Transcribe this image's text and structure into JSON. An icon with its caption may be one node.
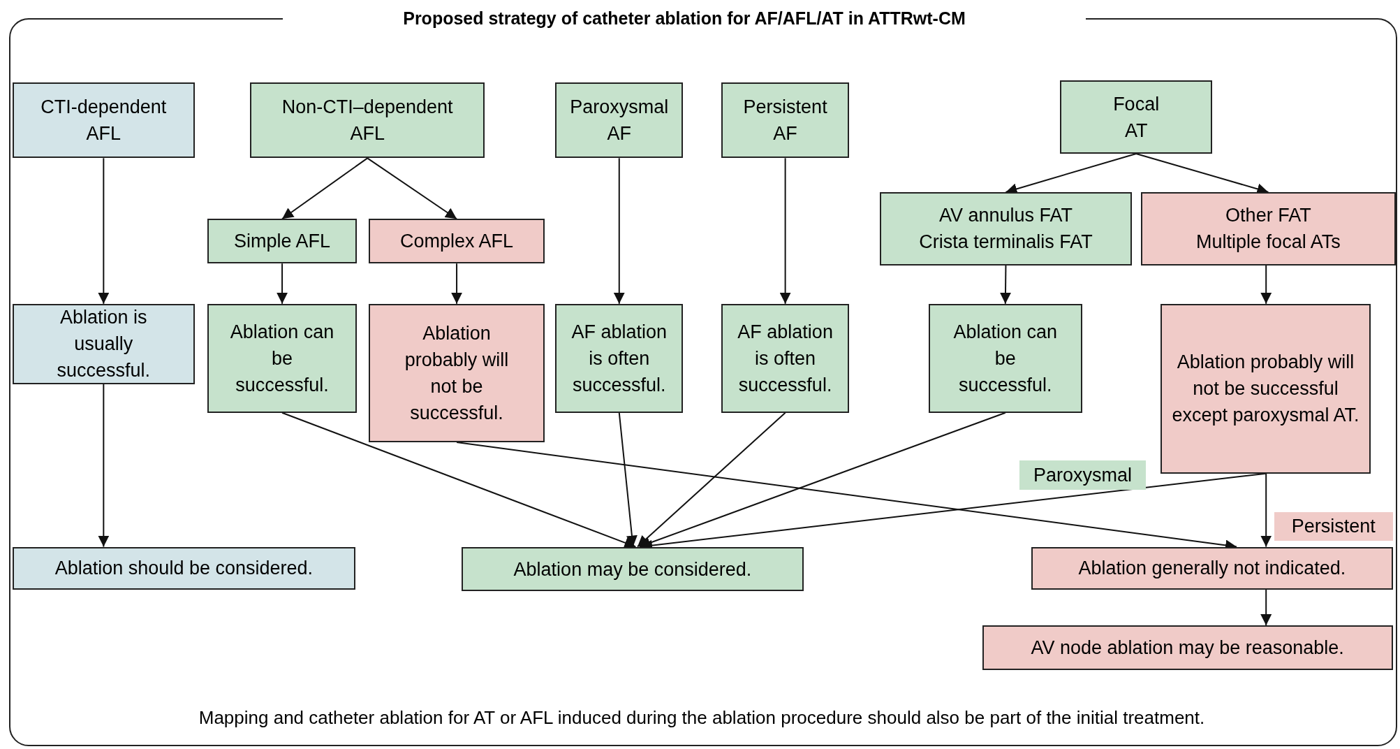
{
  "diagram": {
    "title": "Proposed strategy of catheter ablation for AF/AFL/AT in ATTRwt-CM",
    "nodes": [
      {
        "text": [
          "CTI-dependent AFL"
        ]
      },
      {
        "text": [
          "Non-CTI–dependent AFL"
        ]
      },
      {
        "text": [
          "Paroxysmal AF"
        ]
      },
      {
        "text": [
          "Persistent AF"
        ]
      },
      {
        "text": [
          "Focal AT"
        ]
      },
      {
        "text": [
          "Simple AFL"
        ]
      },
      {
        "text": [
          "Complex AFL"
        ]
      },
      {
        "text": [
          "AV annulus FAT",
          "Crista terminalis FAT"
        ]
      },
      {
        "text": [
          "Other FAT",
          "Multiple focal ATs"
        ]
      },
      {
        "text": [
          "Ablation is usually successful."
        ]
      },
      {
        "text": [
          "Ablation can be successful."
        ]
      },
      {
        "text": [
          "Ablation probably will not be successful."
        ]
      },
      {
        "text": [
          "AF ablation is often successful."
        ]
      },
      {
        "text": [
          "AF ablation is often successful."
        ]
      },
      {
        "text": [
          "Ablation can be successful."
        ]
      },
      {
        "text": [
          "Ablation probably will not be successful except paroxysmal AT."
        ]
      },
      {
        "text": [
          "Ablation should be considered."
        ]
      },
      {
        "text": [
          "Ablation may be considered."
        ]
      },
      {
        "text": [
          "Ablation generally not indicated."
        ]
      },
      {
        "text": [
          "AV node ablation may be reasonable."
        ]
      }
    ],
    "edges": [
      {
        "from": 0,
        "to": 9,
        "arrow": "to"
      },
      {
        "from": 9,
        "to": 16,
        "arrow": "to"
      },
      {
        "from": 1,
        "to": 5,
        "arrow": "to"
      },
      {
        "from": 1,
        "to": 6,
        "arrow": "to"
      },
      {
        "from": 5,
        "to": 10,
        "arrow": "to"
      },
      {
        "from": 6,
        "to": 11,
        "arrow": "to"
      },
      {
        "from": 2,
        "to": 12,
        "arrow": "to"
      },
      {
        "from": 3,
        "to": 13,
        "arrow": "to"
      },
      {
        "from": 4,
        "to": 7,
        "arrow": "to"
      },
      {
        "from": 4,
        "to": 8,
        "arrow": "to"
      },
      {
        "from": 7,
        "to": 14,
        "arrow": "to"
      },
      {
        "from": 8,
        "to": 15,
        "arrow": "to"
      },
      {
        "from": 10,
        "to": 17,
        "arrow": "to"
      },
      {
        "from": 12,
        "to": 17,
        "arrow": "to"
      },
      {
        "from": 13,
        "to": 17,
        "arrow": "to"
      },
      {
        "from": 14,
        "to": 17,
        "arrow": "to"
      },
      {
        "from": 15,
        "to": 17,
        "arrow": "to",
        "label": "Paroxysmal"
      },
      {
        "from": 11,
        "to": 18,
        "arrow": "to"
      },
      {
        "from": 15,
        "to": 18,
        "arrow": "to",
        "label": "Persistent"
      },
      {
        "from": 18,
        "to": 19,
        "arrow": "to"
      }
    ],
    "labels": [
      "Mapping and catheter ablation for AT or AFL induced during the ablation procedure should also be part of the initial treatment."
    ]
  }
}
